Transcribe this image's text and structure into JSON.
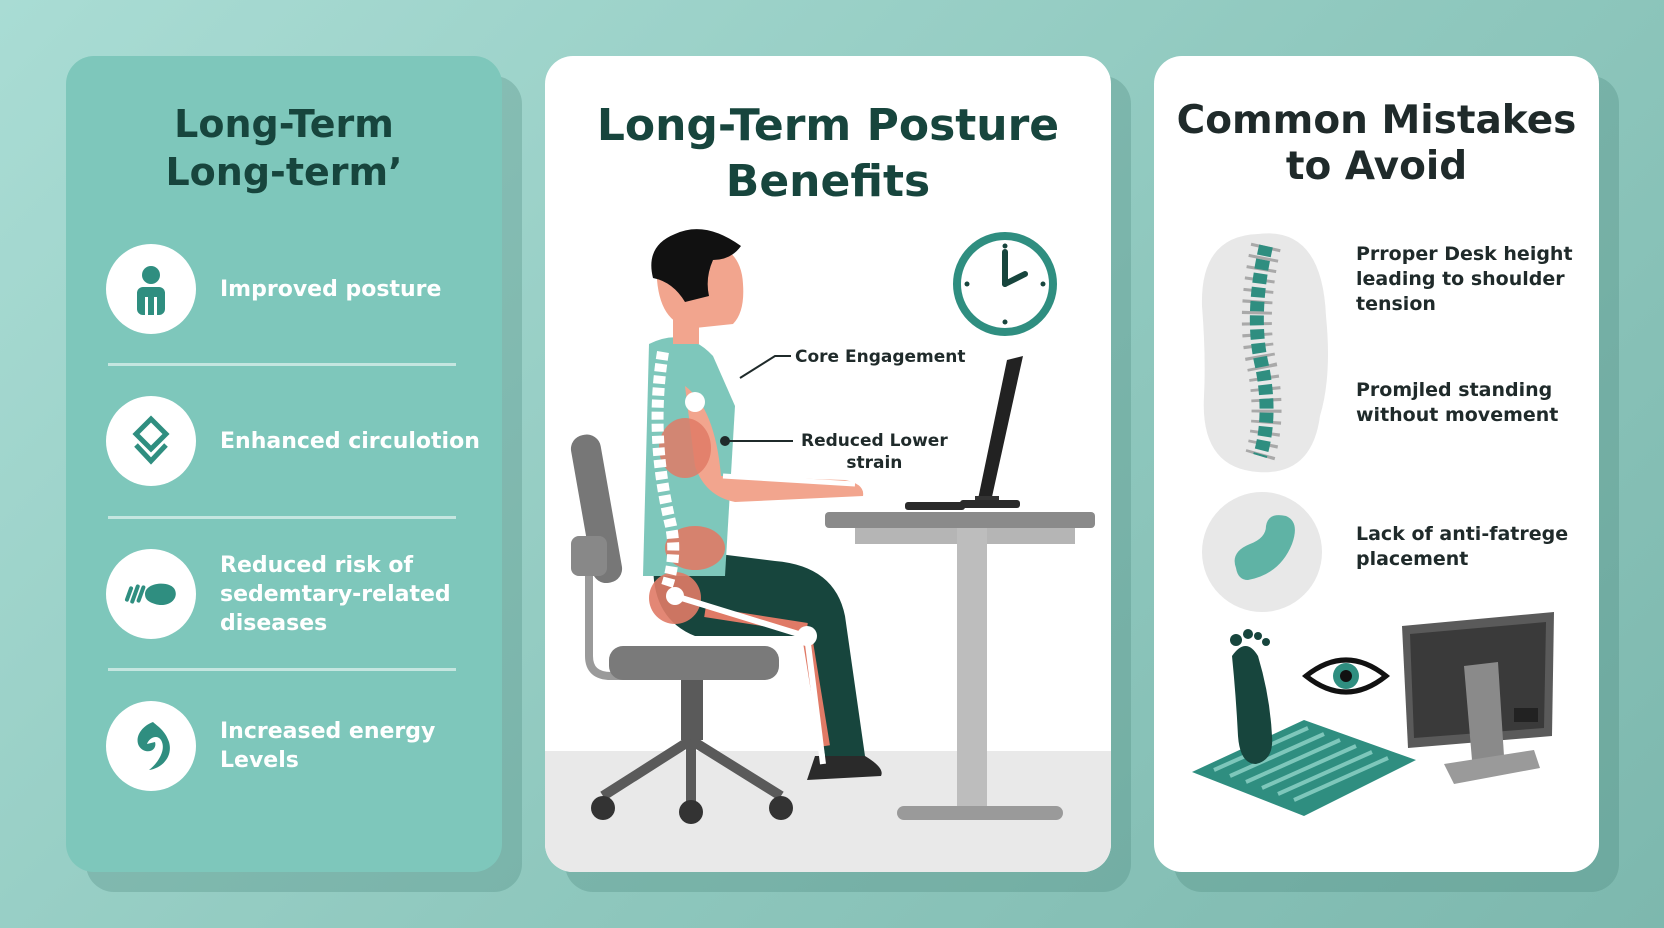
{
  "left_panel": {
    "title_line1": "Long-Term",
    "title_line2": "Long-term’",
    "items": [
      {
        "label": "Improved posture",
        "icon": "person-icon"
      },
      {
        "label": "Enhanced circulotion",
        "icon": "diamond-chevron-icon"
      },
      {
        "label": "Reduced risk of sedemtary-related diseases",
        "icon": "footprint-icon"
      },
      {
        "label": "Increased energy Levels",
        "icon": "energy-leaf-icon"
      }
    ]
  },
  "middle_panel": {
    "title_line1": "Long-Term Posture",
    "title_line2": "Benefits",
    "annotations": {
      "core": "Core Engagement",
      "lower_line1": "Reduced Lower",
      "lower_line2": "strain"
    }
  },
  "right_panel": {
    "title_line1": "Common Mistakes",
    "title_line2": "to Avoid",
    "mistakes": [
      {
        "text": "Prroper Desk height leading to shoulder tension",
        "icon": "spine-icon"
      },
      {
        "text": "Promjled standing without movement",
        "icon": "spine-icon"
      },
      {
        "text": "Lack of anti-fatrege placement",
        "icon": "mat-icon"
      }
    ]
  },
  "colors": {
    "background": "#9fd3cb",
    "left_panel": "#7ec7bb",
    "accent_teal": "#2f8e80",
    "dark_green": "#17453d",
    "skin": "#f2a58e"
  }
}
